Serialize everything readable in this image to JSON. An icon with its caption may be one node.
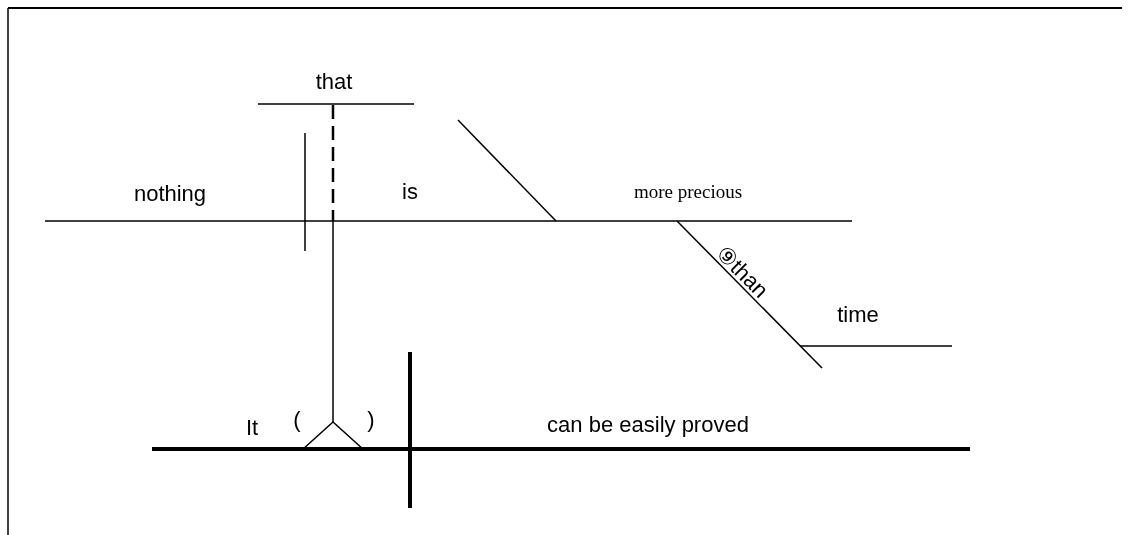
{
  "diagram": {
    "labels": [
      "that",
      "nothing",
      "is",
      "more precious",
      "⑨than",
      "time",
      "It",
      "(",
      ")",
      "can be easily proved"
    ]
  }
}
